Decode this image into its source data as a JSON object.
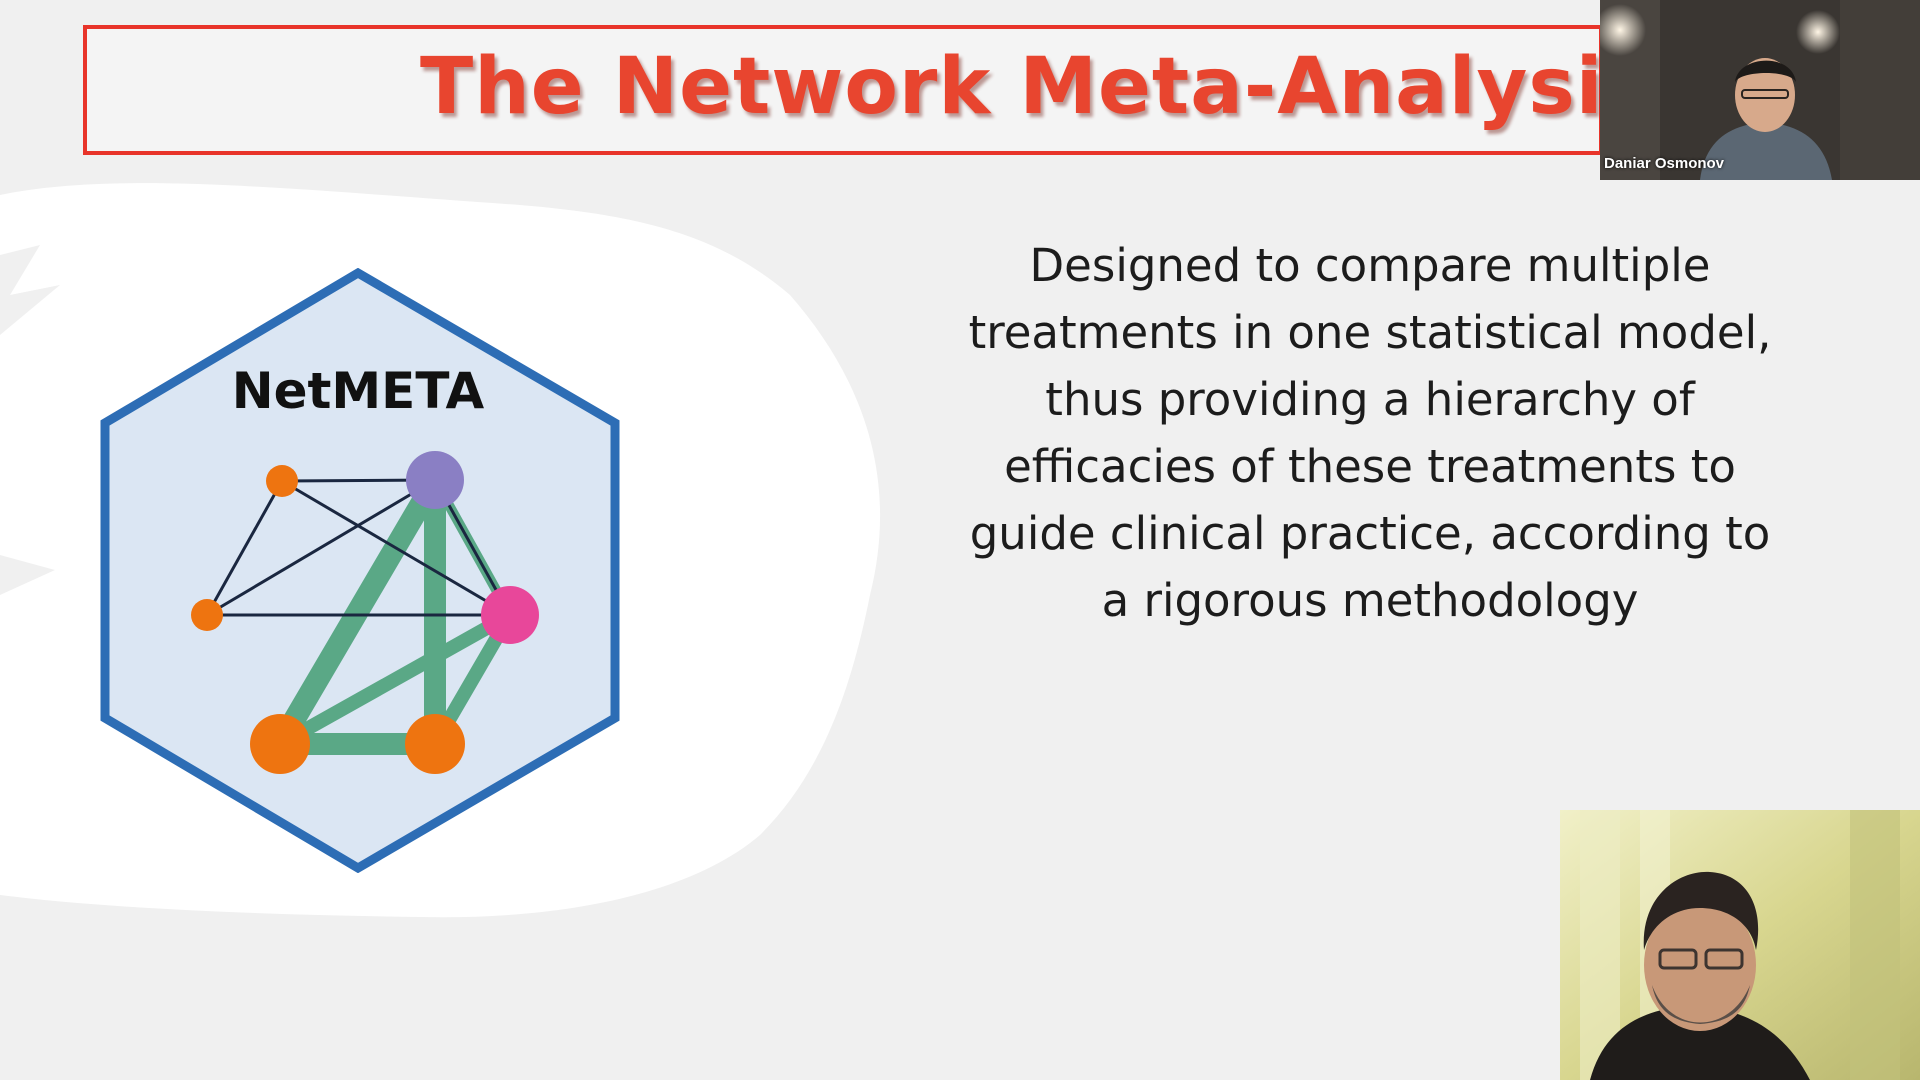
{
  "slide": {
    "title": "The Network Meta-Analysis",
    "logo_text": "NetMETA",
    "body_lines": [
      "Designed to compare multiple",
      "treatments in one statistical model,",
      "thus providing a hierarchy of",
      "efficacies of these treatments to",
      "guide clinical practice, according to",
      "a rigorous methodology"
    ],
    "colors": {
      "title": "#e8452f",
      "title_border": "#e8342a",
      "hex_border": "#2d6db5",
      "hex_fill": "#dbe6f3",
      "edge_green": "#5aa886",
      "node_orange": "#ee7410",
      "node_purple": "#8a7fc4",
      "node_pink": "#e8479a"
    }
  },
  "participants": [
    {
      "name": "Daniar Osmonov",
      "icon": "person-video-icon"
    },
    {
      "name": "",
      "icon": "person-video-icon"
    }
  ]
}
